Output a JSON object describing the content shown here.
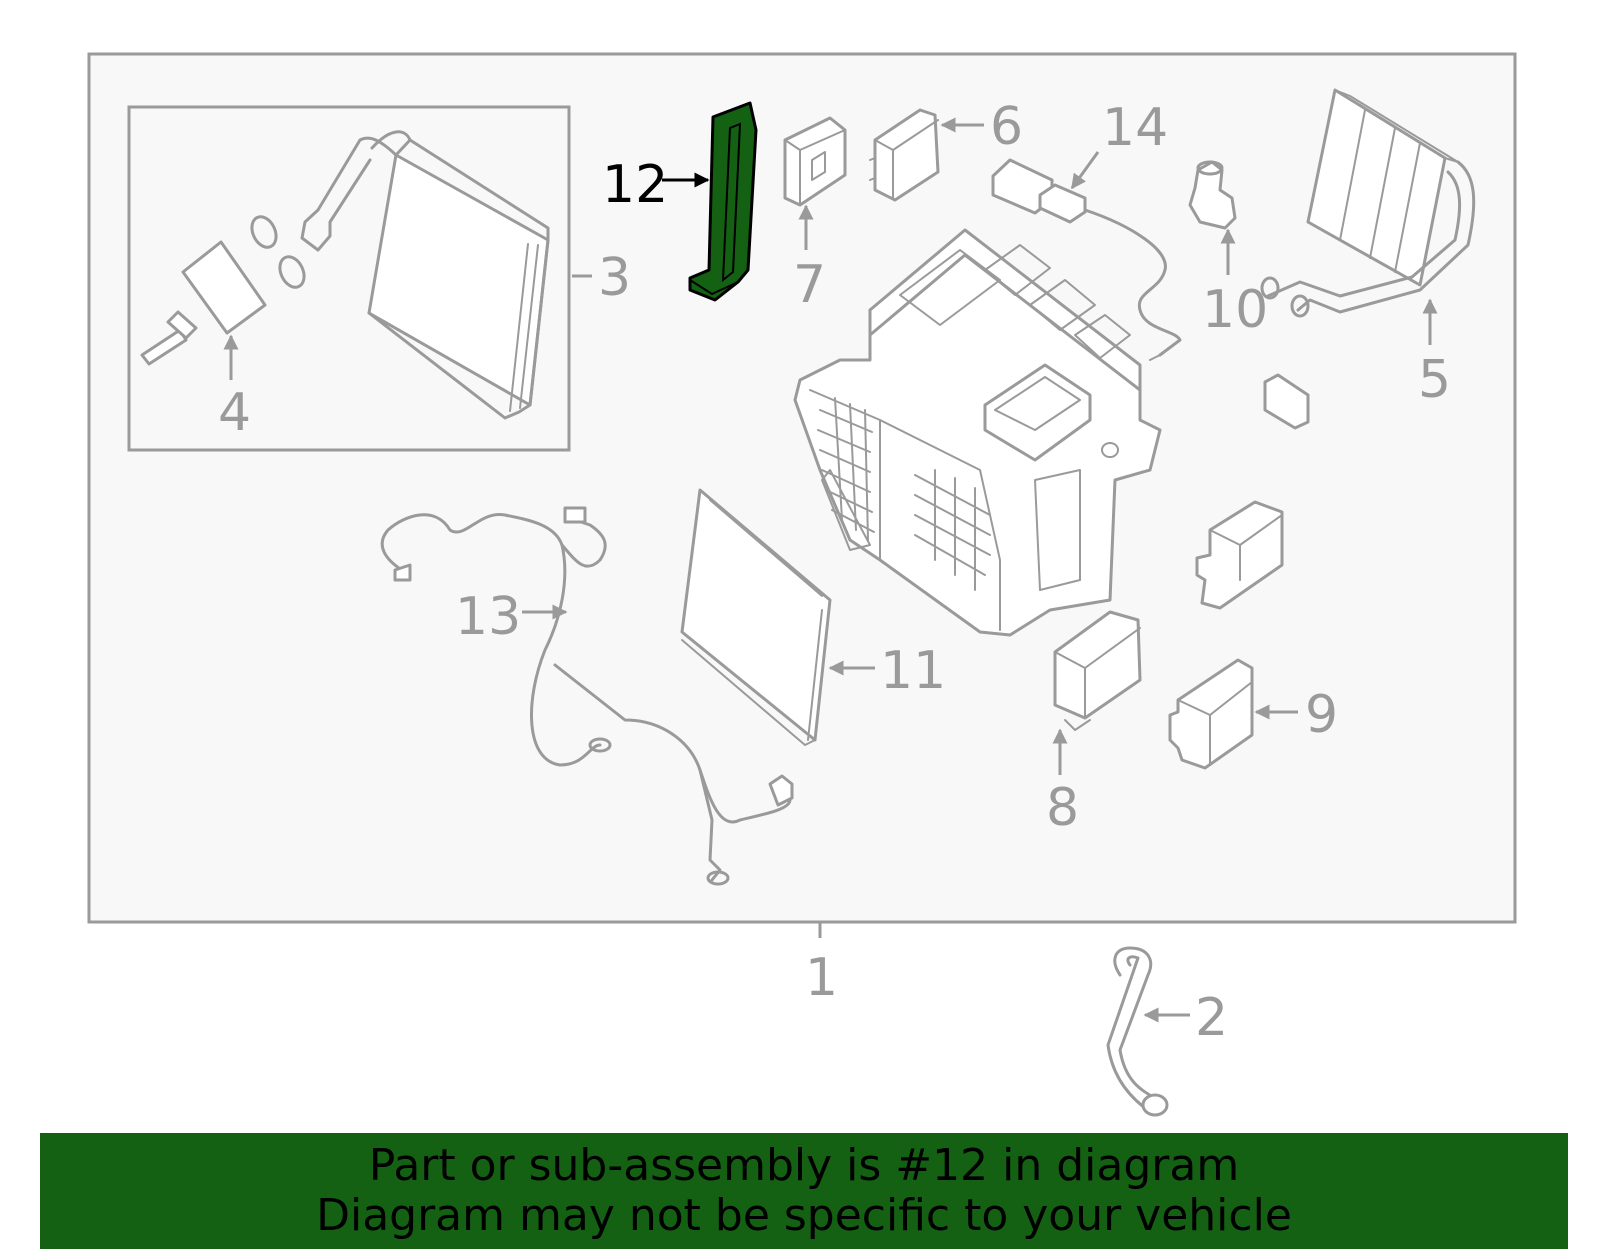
{
  "colors": {
    "line": "#9a9a9a",
    "panel": "#f8f8f8",
    "highlight_fill": "#146114",
    "highlight_label": "#000000",
    "banner": "#146114"
  },
  "callouts": {
    "c1": "1",
    "c2": "2",
    "c3": "3",
    "c4": "4",
    "c5": "5",
    "c6": "6",
    "c7": "7",
    "c8": "8",
    "c9": "9",
    "c10": "10",
    "c11": "11",
    "c12": "12",
    "c13": "13",
    "c14": "14"
  },
  "highlighted_part": "12",
  "banner": {
    "line1": "Part or sub-assembly is #12 in diagram",
    "line2": "Diagram may not be specific to your vehicle"
  }
}
